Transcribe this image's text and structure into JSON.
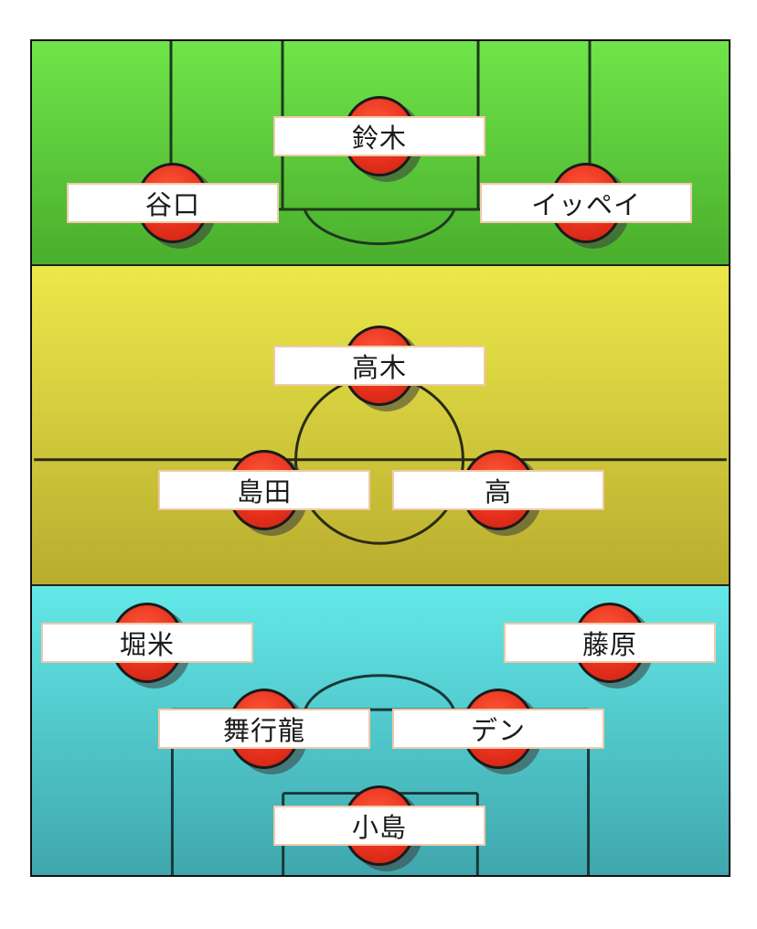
{
  "formation": {
    "attack": {
      "background": [
        "#6fe54a",
        "#4aae2c"
      ],
      "players": [
        {
          "name": "鈴木"
        },
        {
          "name": "谷口"
        },
        {
          "name": "イッペイ"
        }
      ]
    },
    "midfield": {
      "background": [
        "#ece84a",
        "#b8ad2f"
      ],
      "players": [
        {
          "name": "高木"
        },
        {
          "name": "島田"
        },
        {
          "name": "高"
        }
      ]
    },
    "defense": {
      "background": [
        "#63e8e8",
        "#3fa7ad"
      ],
      "players": [
        {
          "name": "堀米"
        },
        {
          "name": "藤原"
        },
        {
          "name": "舞行龍"
        },
        {
          "name": "デン"
        },
        {
          "name": "小島"
        }
      ]
    },
    "colors": {
      "player_disc": "#e8331f",
      "label_border": "#f0c9a9",
      "pitch_lines": "#1e2a1e"
    }
  }
}
